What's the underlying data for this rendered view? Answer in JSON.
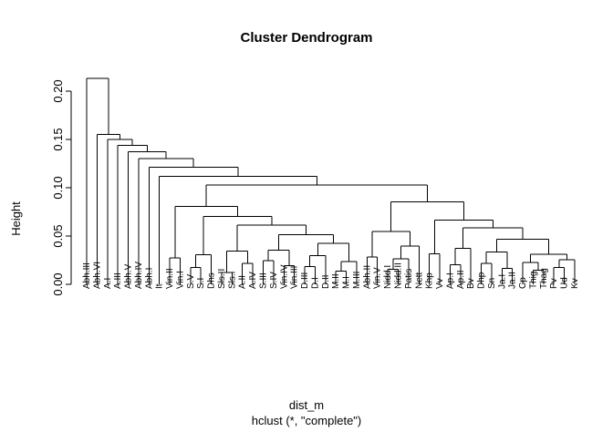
{
  "title": "Cluster Dendrogram",
  "axis": {
    "ylabel": "Height",
    "xlabel_line1": "dist_m",
    "xlabel_line2": "hclust (*, \"complete\")",
    "yticks": [
      "0.00",
      "0.05",
      "0.10",
      "0.15",
      "0.20"
    ]
  },
  "colors": {
    "line": "#000000",
    "text": "#000000",
    "background": "#ffffff"
  },
  "chart_data": {
    "type": "dendrogram",
    "title": "Cluster Dendrogram",
    "xlabel": "dist_m",
    "sublabel": "hclust (*, \"complete\")",
    "ylabel": "Height",
    "ylim": [
      0.0,
      0.215
    ],
    "ytick_values": [
      0.0,
      0.05,
      0.1,
      0.15,
      0.2
    ],
    "ytick_labels": [
      "0.00",
      "0.05",
      "0.10",
      "0.15",
      "0.20"
    ],
    "grid": false,
    "legend": "none",
    "method": "complete",
    "distance_object": "dist_m",
    "n_leaves": 48,
    "leaf_labels": [
      "Abh.III",
      "Abh.VI",
      "A.I",
      "A.III",
      "Abh.V",
      "Abh.IV",
      "Abh.I",
      "It",
      "Vin.II",
      "Vin.I",
      "S.V",
      "S.I",
      "Dhs",
      "Sls.II",
      "Sls.I",
      "A.II",
      "A.IV",
      "S.III",
      "S.IV",
      "Vin.IV",
      "Vin.III",
      "D.III",
      "D.I",
      "D.II",
      "M.II",
      "M.I",
      "M.III",
      "Abh.II",
      "Vin.V",
      "Nidd.I",
      "Nidd.II",
      "Patis",
      "Nett",
      "Khp",
      "Vv",
      "Ap.I",
      "Ap.II",
      "Bv",
      "Dhp",
      "Sn",
      "Ja.I",
      "Ja.II",
      "Cp",
      "Thig",
      "Thag",
      "Pv",
      "Ud",
      "Kv"
    ],
    "leaf_heights": [
      0.0,
      0.0,
      0.0,
      0.0,
      0.0,
      0.0,
      0.0,
      0.0,
      0.0,
      0.0,
      0.0,
      0.0,
      0.0,
      0.0,
      0.0,
      0.0,
      0.0,
      0.0,
      0.0,
      0.0,
      0.0,
      0.0,
      0.0,
      0.0,
      0.0,
      0.0,
      0.0,
      0.0,
      0.0,
      0.0,
      0.0,
      0.0,
      0.0,
      0.0,
      0.0,
      0.0,
      0.0,
      0.0,
      0.0,
      0.0,
      0.0,
      0.0,
      0.0,
      0.0,
      0.0,
      0.0,
      0.0,
      0.0
    ],
    "merge_heights": [
      0.213,
      0.155,
      0.13,
      0.121,
      0.112,
      0.103,
      0.089,
      0.085,
      0.081,
      0.074,
      0.07,
      0.066,
      0.062,
      0.058,
      0.055,
      0.052,
      0.049,
      0.046,
      0.044,
      0.041,
      0.039,
      0.037,
      0.034,
      0.032,
      0.03,
      0.028,
      0.026,
      0.024,
      0.022,
      0.02,
      0.019,
      0.018,
      0.017,
      0.016,
      0.015,
      0.014,
      0.013,
      0.012
    ]
  }
}
